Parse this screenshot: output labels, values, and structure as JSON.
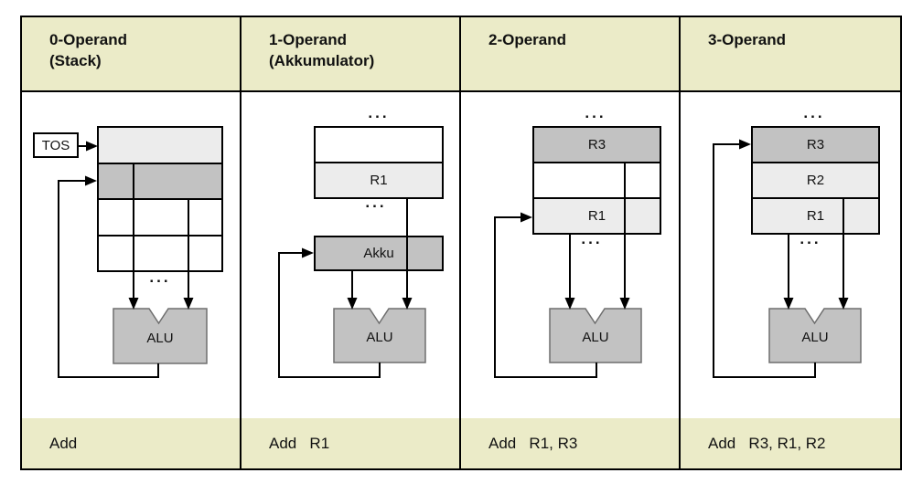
{
  "colors": {
    "band_background": "#ebebc8",
    "register_light": "#ececec",
    "register_dark": "#c2c2c2",
    "alu_fill": "#c2c2c2",
    "line": "#000000"
  },
  "labels": {
    "tos": "TOS",
    "alu": "ALU",
    "dots": "..."
  },
  "columns": [
    {
      "title_line1": "0-Operand",
      "title_line2": "(Stack)",
      "instruction": "Add",
      "registers": [
        "",
        "",
        "",
        ""
      ]
    },
    {
      "title_line1": "1-Operand",
      "title_line2": "(Akkumulator)",
      "instruction": "Add   R1",
      "accumulator": "Akku",
      "registers": [
        "",
        "R1"
      ]
    },
    {
      "title_line1": "2-Operand",
      "title_line2": "",
      "instruction": "Add   R1, R3",
      "registers": [
        "R3",
        "",
        "R1"
      ]
    },
    {
      "title_line1": "3-Operand",
      "title_line2": "",
      "instruction": "Add   R3, R1, R2",
      "registers": [
        "R3",
        "R2",
        "R1"
      ]
    }
  ]
}
